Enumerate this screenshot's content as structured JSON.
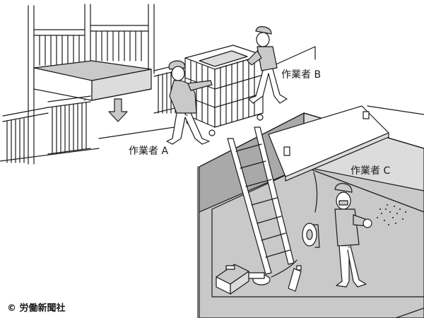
{
  "labels": {
    "worker_a": "作業者 A",
    "worker_b": "作業者 B",
    "worker_c": "作業者 C"
  },
  "copyright": "© 労働新聞社",
  "colors": {
    "line": "#1a1a1a",
    "gray": "#c9c9c9",
    "gray_light": "#dcdcdc",
    "gray_dark": "#8f8f8f",
    "white": "#ffffff"
  },
  "icons": [
    "down-arrow-icon"
  ]
}
